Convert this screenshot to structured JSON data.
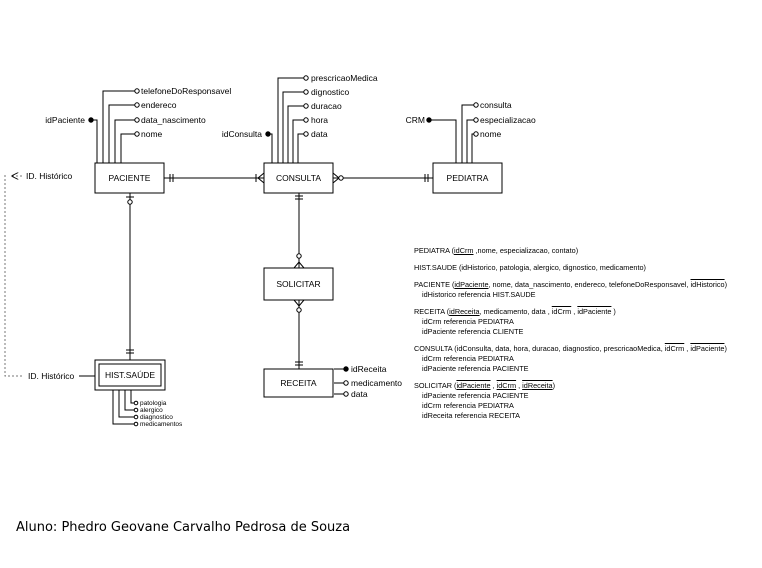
{
  "entities": {
    "paciente": "PACIENTE",
    "consulta": "CONSULTA",
    "pediatra": "PEDIATRA",
    "solicitar": "SOLICITAR",
    "receita": "RECEITA",
    "hist_saude": "HIST.SAÚDE"
  },
  "attributes": {
    "paciente": {
      "telefone": "telefoneDoResponsavel",
      "endereco": "endereco",
      "data_nascimento": "data_nascimento",
      "nome": "nome",
      "id": "idPaciente"
    },
    "consulta": {
      "prescricao": "prescricaoMedica",
      "diagnostico": "dignostico",
      "duracao": "duracao",
      "hora": "hora",
      "data": "data",
      "id": "idConsulta"
    },
    "pediatra": {
      "consulta": "consulta",
      "especializacao": "especializacao",
      "nome": "nome",
      "id": "CRM"
    },
    "receita": {
      "id": "idReceita",
      "medicamento": "medicamento",
      "data": "data"
    },
    "hist_saude": {
      "patologia": "patologia",
      "alergico": "alergico",
      "diagnostico": "diagnostico",
      "medicamentos": "medicamentos"
    }
  },
  "hist_refs": {
    "top": "ID. Histórico",
    "bottom": "ID. Histórico"
  },
  "schema": {
    "pediatra": {
      "pre": "PEDIATRA (",
      "pk": "idCrm",
      "post": " ,nome, especializacao, contato)"
    },
    "hist": {
      "line": "HIST.SAUDE (idHistorico, patologia, alergico, dignostico, medicamento)"
    },
    "paciente": {
      "pre": "PACIENTE (",
      "pk": "idPaciente",
      "mid": ", nome, data_nascimento, endereco, telefoneDoResponsavel, ",
      "fk": "idHistorico",
      "post": ")",
      "ref1": "idHistorico referencia HIST.SAUDE"
    },
    "receita": {
      "pre": "RECEITA (",
      "pk": "idReceita",
      "mid": ", medicamento, data , ",
      "fk1": "idCrm",
      "sep": " , ",
      "fk2": "idPaciente",
      "post": " )",
      "ref1": "idCrm referencia PEDIATRA",
      "ref2": "idPaciente referencia CLIENTE"
    },
    "consulta": {
      "pre": "CONSULTA (idConsulta, data, hora, duracao, diagnostico, prescricaoMedica, ",
      "fk1": "idCrm",
      "sep": " , ",
      "fk2": "idPaciente",
      "post": ")",
      "ref1": "idCrm referencia PEDIATRA",
      "ref2": "idPaciente referencia PACIENTE"
    },
    "solicitar": {
      "pre": "SOLICITAR (",
      "k1": "idPaciente",
      "sep1": " , ",
      "k2": "idCrm",
      "sep2": " , ",
      "k3": "idReceita",
      "post": ")",
      "ref1": "idPaciente referencia PACIENTE",
      "ref2": "idCrm referencia PEDIATRA",
      "ref3": "idReceita referencia RECEITA"
    }
  },
  "author": "Aluno: Phedro Geovane Carvalho Pedrosa de Souza"
}
